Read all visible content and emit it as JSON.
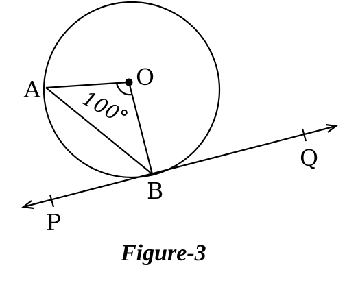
{
  "figure": {
    "caption": "Figure-3",
    "points": {
      "center": "O",
      "a": "A",
      "b": "B",
      "p": "P",
      "q": "Q"
    },
    "angle_aob": "100°"
  }
}
